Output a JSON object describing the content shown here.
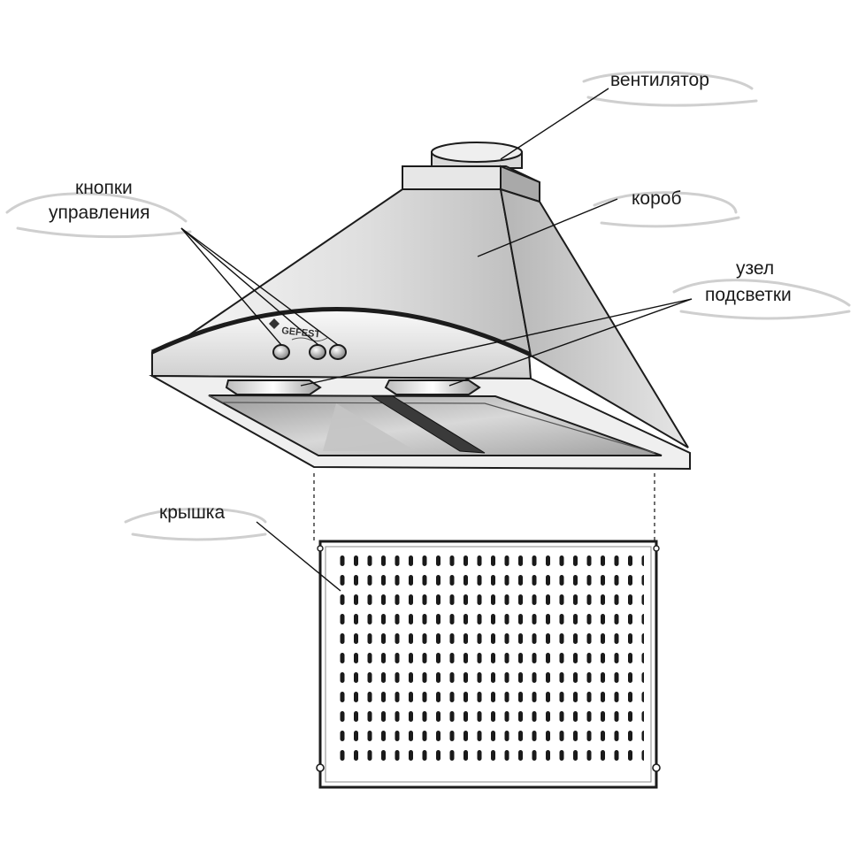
{
  "labels": {
    "fan": "вентилятор",
    "duct": "короб",
    "controls_line1": "кнопки",
    "controls_line2": "управления",
    "lighting_line1": "узел",
    "lighting_line2": "подсветки",
    "cover": "крышка"
  },
  "brand": "GEFEST",
  "colors": {
    "outline": "#1c1c1c",
    "swoosh": "#cfcfcf",
    "metal_light": "#f2f2f2",
    "metal_mid": "#c9c9c9",
    "metal_dark": "#8a8a8a"
  }
}
